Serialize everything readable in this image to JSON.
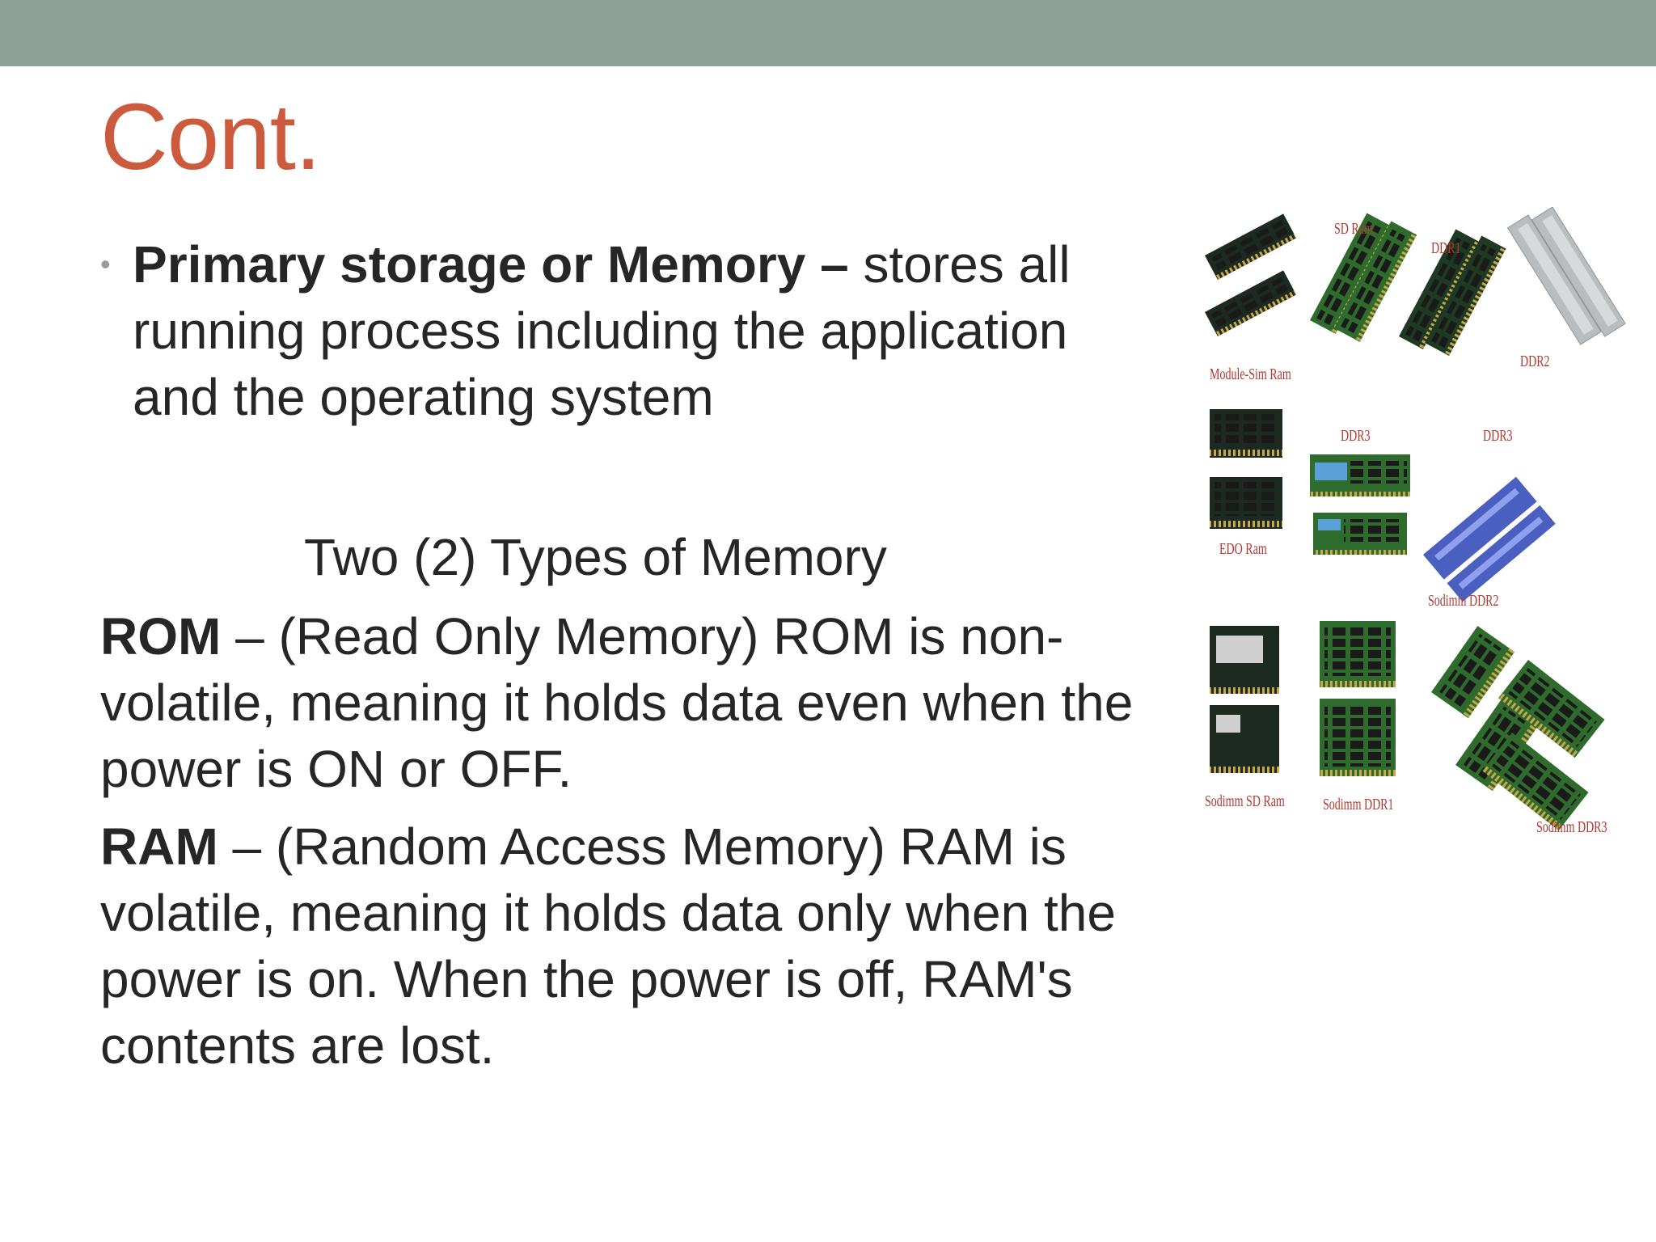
{
  "slide": {
    "title": "Cont.",
    "bullet": {
      "bold": "Primary storage or Memory –",
      "rest": " stores all running process including the application and the operating system"
    },
    "subheading": "Two (2) Types of Memory",
    "rom": {
      "term": "ROM",
      "text": " – (Read Only Memory) ROM is non-volatile, meaning it holds data even when the power is ON or OFF."
    },
    "ram": {
      "term": "RAM",
      "text": " – (Random Access Memory) RAM is volatile, meaning it holds data only when the power is on. When the power is off, RAM's contents are lost."
    }
  },
  "figure": {
    "labels": {
      "sd_ram": "SD Ram",
      "ddr1": "DDR1",
      "ddr2": "DDR2",
      "module_sim_ram": "Module-Sim Ram",
      "ddr3_a": "DDR3",
      "ddr3_b": "DDR3",
      "edo_ram": "EDO Ram",
      "sodimm_ddr2": "Sodimm DDR2",
      "sodimm_sd_ram": "Sodimm SD Ram",
      "sodimm_ddr1": "Sodimm DDR1",
      "sodimm_ddr3": "Sodimm DDR3"
    },
    "colors": {
      "pcb_green": "#2f6b2c",
      "pcb_dark": "#1d2a22",
      "chip_black": "#1a1a1a",
      "gold": "#c8a64a",
      "silver": "#b9bdbf",
      "blue_heatsink": "#4b5fc1"
    }
  }
}
